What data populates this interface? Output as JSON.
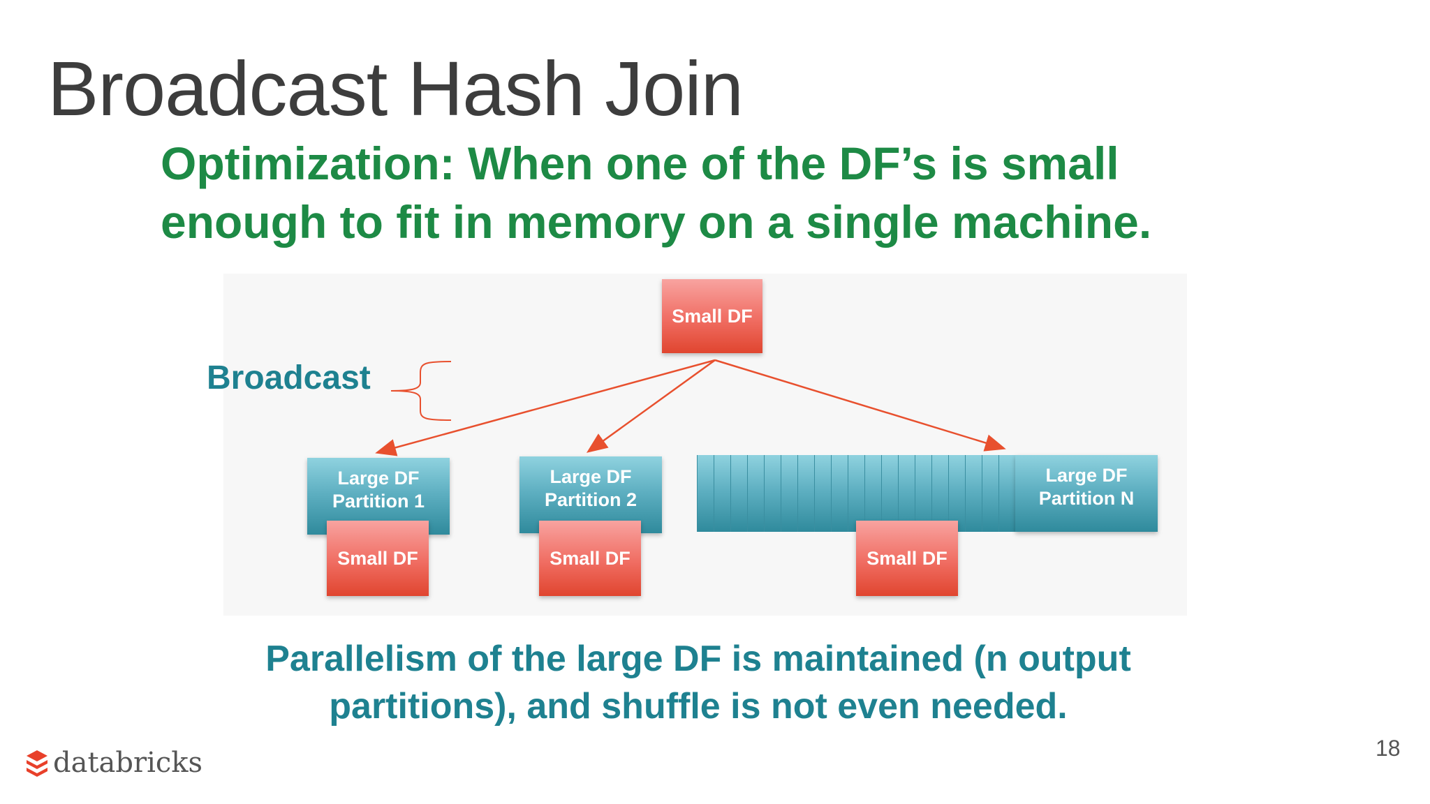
{
  "slide": {
    "title": "Broadcast Hash Join",
    "subtitle": "Optimization: When one of the DF’s is small enough to fit in memory on a single machine.",
    "broadcast_label": "Broadcast",
    "bottom_text": "Parallelism of the large DF is maintained (n output partitions), and shuffle is not even needed.",
    "page_number": "18",
    "logo_text": "databricks"
  },
  "diagram": {
    "source": "Small DF",
    "partitions": [
      {
        "label": "Large DF\nPartition 1",
        "local": "Small DF"
      },
      {
        "label": "Large DF\nPartition 2",
        "local": "Small DF"
      },
      {
        "label": "Large DF\nPartition N",
        "local": "Small DF"
      }
    ]
  },
  "colors": {
    "title": "#3d3d3d",
    "subtitle": "#1d8a45",
    "teal_text": "#1e8190",
    "arrow": "#e8502e",
    "small_df": "#f06d62",
    "large_df": "#5fb0c2"
  }
}
